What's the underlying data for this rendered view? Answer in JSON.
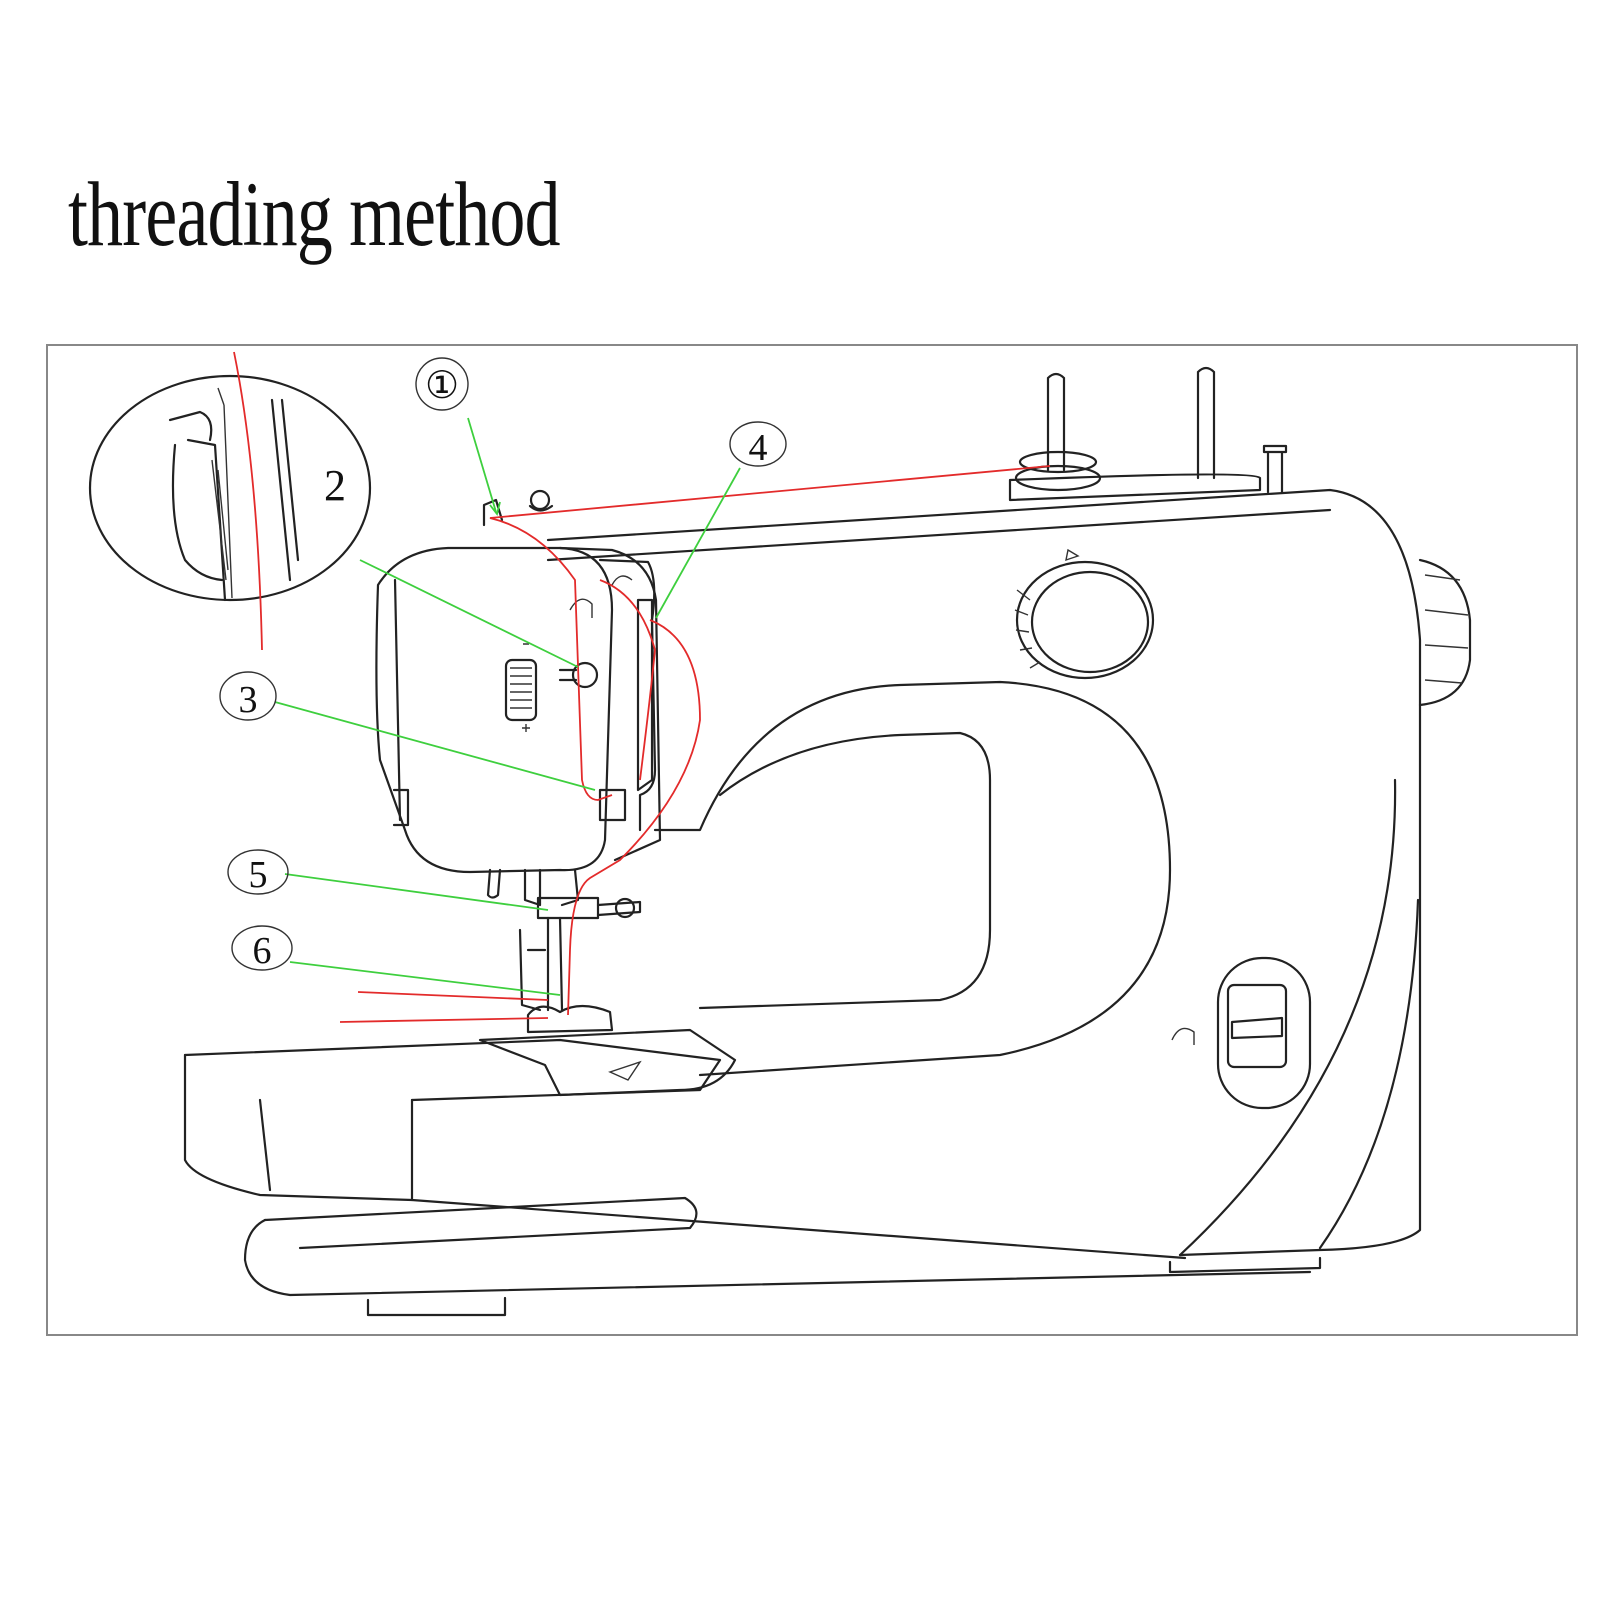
{
  "title": "threading method",
  "colors": {
    "thread": "#e32b2b",
    "pointer": "#3ecf3e",
    "outline": "#222222"
  },
  "steps": [
    {
      "label": "①"
    },
    {
      "label": "2"
    },
    {
      "label": "3"
    },
    {
      "label": "4"
    },
    {
      "label": "5"
    },
    {
      "label": "6"
    }
  ],
  "inset": {
    "label": "2"
  }
}
